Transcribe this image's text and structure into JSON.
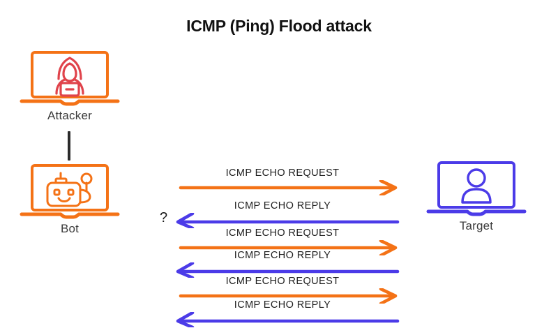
{
  "title": "ICMP (Ping) Flood attack",
  "colors": {
    "orange": "#F47216",
    "blue": "#4B3BE8",
    "red": "#E0434B",
    "text": "#1e1e1e",
    "connector": "#2b2b2b",
    "background": "#ffffff"
  },
  "nodes": {
    "attacker": {
      "caption": "Attacker",
      "icon": "hacker-laptop-icon",
      "color": "#F47216",
      "figure_color": "#E0434B"
    },
    "bot": {
      "caption": "Bot",
      "icon": "robot-laptop-icon",
      "color": "#F47216"
    },
    "target": {
      "caption": "Target",
      "icon": "user-laptop-icon",
      "color": "#4B3BE8"
    }
  },
  "connector": {
    "from": "attacker",
    "to": "bot",
    "style": "solid-vertical-line"
  },
  "flow": {
    "unanswered_marker": "?",
    "messages": [
      {
        "label": "ICMP ECHO REQUEST",
        "direction": "right",
        "color": "#F47216",
        "from": "bot",
        "to": "target"
      },
      {
        "label": "ICMP ECHO REPLY",
        "direction": "left",
        "color": "#4B3BE8",
        "from": "target",
        "to": "bot"
      },
      {
        "label": "ICMP ECHO REQUEST",
        "direction": "right",
        "color": "#F47216",
        "from": "bot",
        "to": "target"
      },
      {
        "label": "ICMP ECHO REPLY",
        "direction": "left",
        "color": "#4B3BE8",
        "from": "target",
        "to": "bot"
      },
      {
        "label": "ICMP ECHO REQUEST",
        "direction": "right",
        "color": "#F47216",
        "from": "bot",
        "to": "target"
      },
      {
        "label": "ICMP ECHO REPLY",
        "direction": "left",
        "color": "#4B3BE8",
        "from": "target",
        "to": "bot"
      }
    ]
  }
}
